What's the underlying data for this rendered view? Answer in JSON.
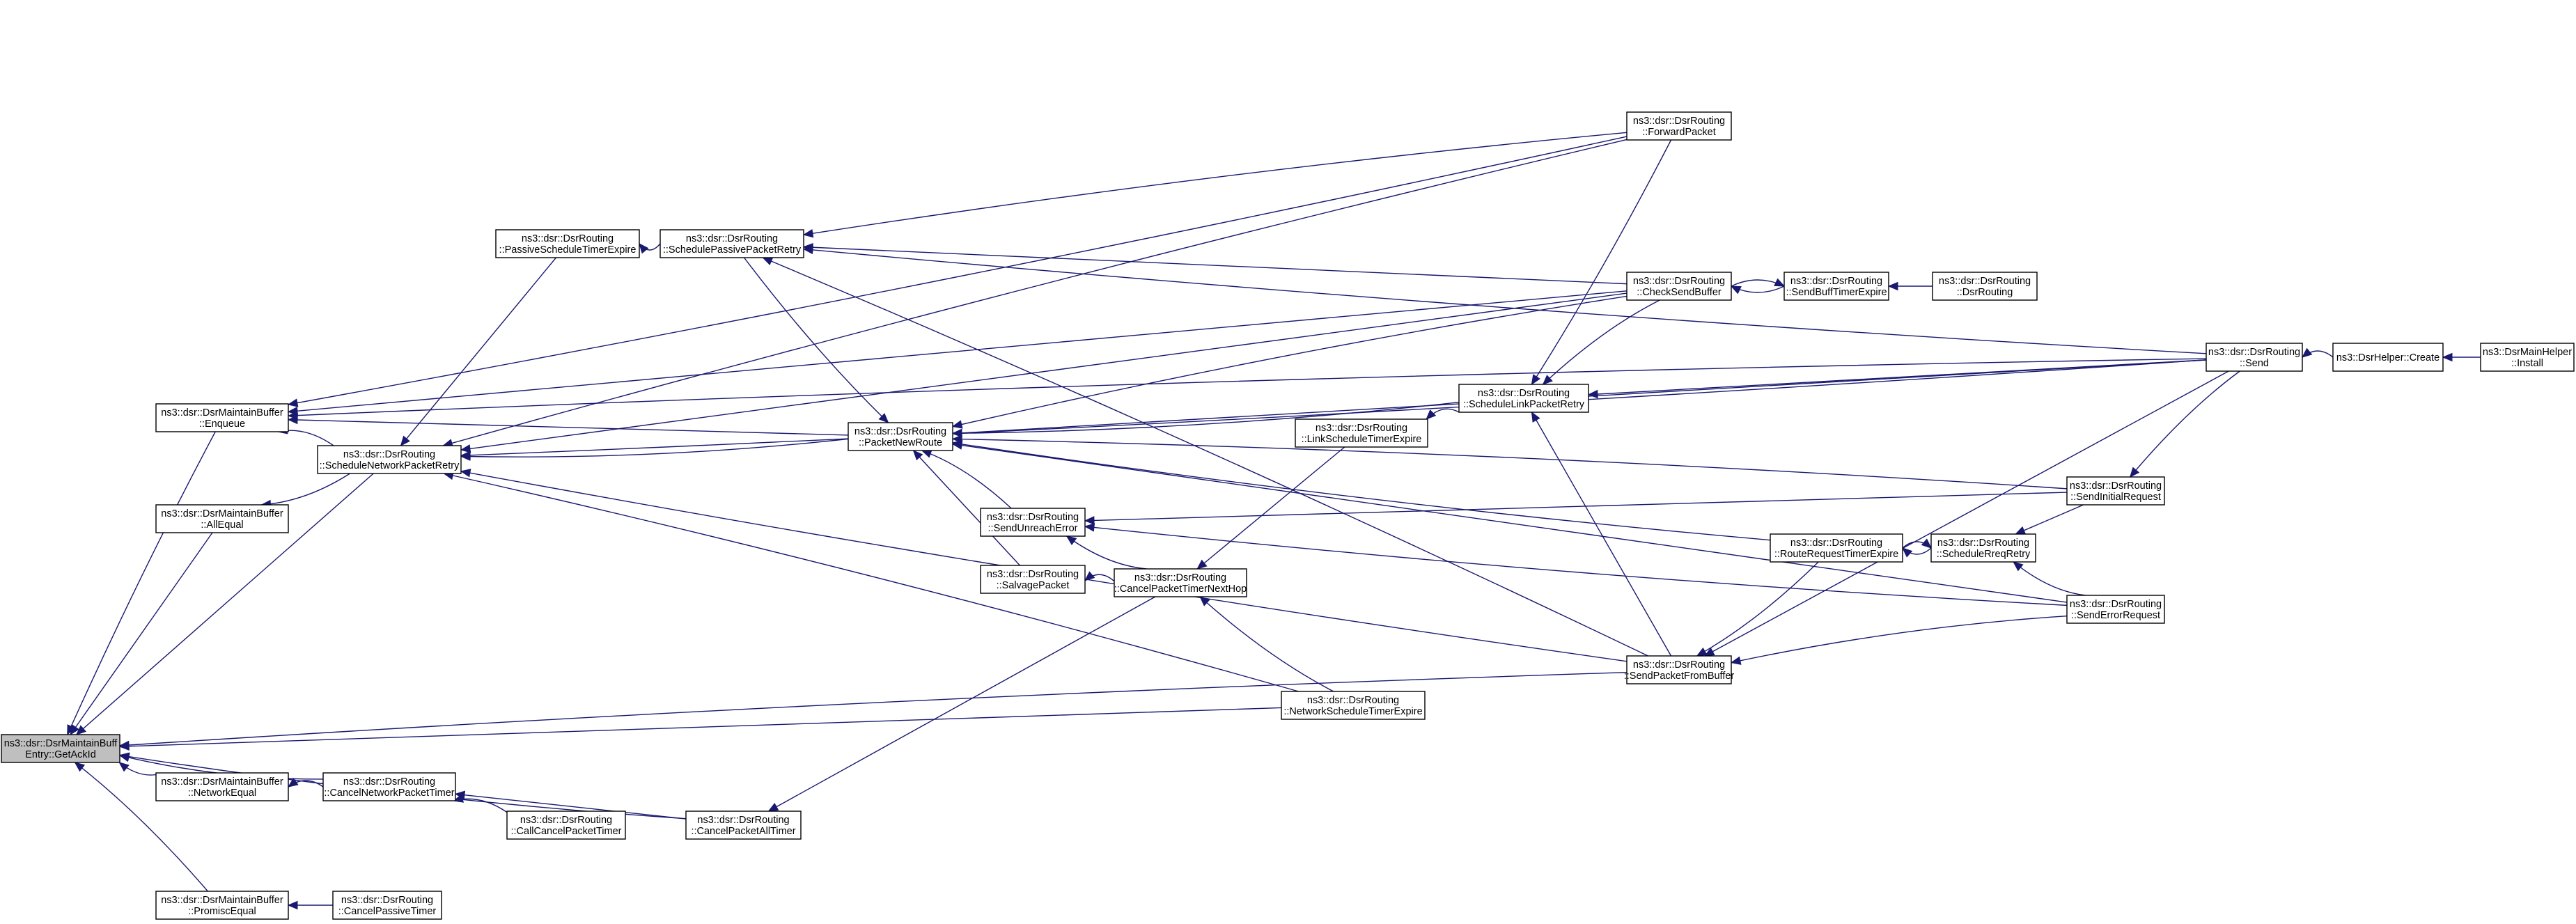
{
  "graph": {
    "nodes": [
      {
        "id": "getackid",
        "root": true,
        "lines": [
          "ns3::dsr::DsrMaintainBuff",
          "Entry::GetAckId"
        ]
      },
      {
        "id": "enqueue",
        "lines": [
          "ns3::dsr::DsrMaintainBuffer",
          "::Enqueue"
        ]
      },
      {
        "id": "allequal",
        "lines": [
          "ns3::dsr::DsrMaintainBuffer",
          "::AllEqual"
        ]
      },
      {
        "id": "networkequal",
        "lines": [
          "ns3::dsr::DsrMaintainBuffer",
          "::NetworkEqual"
        ]
      },
      {
        "id": "promiscequal",
        "lines": [
          "ns3::dsr::DsrMaintainBuffer",
          "::PromiscEqual"
        ]
      },
      {
        "id": "schednetretry",
        "lines": [
          "ns3::dsr::DsrRouting",
          "::ScheduleNetworkPacketRetry"
        ]
      },
      {
        "id": "cancelnettimer",
        "lines": [
          "ns3::dsr::DsrRouting",
          "::CancelNetworkPacketTimer"
        ]
      },
      {
        "id": "cancelpassive",
        "lines": [
          "ns3::dsr::DsrRouting",
          "::CancelPassiveTimer"
        ]
      },
      {
        "id": "passiveexpire",
        "lines": [
          "ns3::dsr::DsrRouting",
          "::PassiveScheduleTimerExpire"
        ]
      },
      {
        "id": "schedpassiveretry",
        "lines": [
          "ns3::dsr::DsrRouting",
          "::SchedulePassivePacketRetry"
        ]
      },
      {
        "id": "callcancel",
        "lines": [
          "ns3::dsr::DsrRouting",
          "::CallCancelPacketTimer"
        ]
      },
      {
        "id": "cancelall",
        "lines": [
          "ns3::dsr::DsrRouting",
          "::CancelPacketAllTimer"
        ]
      },
      {
        "id": "packetnewroute",
        "lines": [
          "ns3::dsr::DsrRouting",
          "::PacketNewRoute"
        ]
      },
      {
        "id": "sendunreach",
        "lines": [
          "ns3::dsr::DsrRouting",
          "::SendUnreachError"
        ]
      },
      {
        "id": "salvage",
        "lines": [
          "ns3::dsr::DsrRouting",
          "::SalvagePacket"
        ]
      },
      {
        "id": "cancelnexthop",
        "lines": [
          "ns3::dsr::DsrRouting",
          "::CancelPacketTimerNextHop"
        ]
      },
      {
        "id": "linkexpire",
        "lines": [
          "ns3::dsr::DsrRouting",
          "::LinkScheduleTimerExpire"
        ]
      },
      {
        "id": "netexpire",
        "lines": [
          "ns3::dsr::DsrRouting",
          "::NetworkScheduleTimerExpire"
        ]
      },
      {
        "id": "schedlinkretry",
        "lines": [
          "ns3::dsr::DsrRouting",
          "::ScheduleLinkPacketRetry"
        ]
      },
      {
        "id": "forward",
        "lines": [
          "ns3::dsr::DsrRouting",
          "::ForwardPacket"
        ]
      },
      {
        "id": "checksend",
        "lines": [
          "ns3::dsr::DsrRouting",
          "::CheckSendBuffer"
        ]
      },
      {
        "id": "sendfrombuffer",
        "lines": [
          "ns3::dsr::DsrRouting",
          "::SendPacketFromBuffer"
        ]
      },
      {
        "id": "routereqexpire",
        "lines": [
          "ns3::dsr::DsrRouting",
          "::RouteRequestTimerExpire"
        ]
      },
      {
        "id": "sendbufexpire",
        "lines": [
          "ns3::dsr::DsrRouting",
          "::SendBuffTimerExpire"
        ]
      },
      {
        "id": "dsrrouting",
        "lines": [
          "ns3::dsr::DsrRouting",
          "::DsrRouting"
        ]
      },
      {
        "id": "schedrreq",
        "lines": [
          "ns3::dsr::DsrRouting",
          "::ScheduleRreqRetry"
        ]
      },
      {
        "id": "sendinitial",
        "lines": [
          "ns3::dsr::DsrRouting",
          "::SendInitialRequest"
        ]
      },
      {
        "id": "senderrorreq",
        "lines": [
          "ns3::dsr::DsrRouting",
          "::SendErrorRequest"
        ]
      },
      {
        "id": "send",
        "lines": [
          "ns3::dsr::DsrRouting",
          "::Send"
        ]
      },
      {
        "id": "helpercreate",
        "lines": [
          "ns3::DsrHelper::Create"
        ]
      },
      {
        "id": "install",
        "lines": [
          "ns3::DsrMainHelper",
          "::Install"
        ]
      }
    ],
    "edges": [
      [
        "enqueue",
        "getackid"
      ],
      [
        "allequal",
        "getackid"
      ],
      [
        "networkequal",
        "getackid"
      ],
      [
        "promiscequal",
        "getackid"
      ],
      [
        "schednetretry",
        "getackid"
      ],
      [
        "cancelnettimer",
        "getackid"
      ],
      [
        "sendfrombuffer",
        "getackid"
      ],
      [
        "netexpire",
        "getackid"
      ],
      [
        "cancelall",
        "getackid"
      ],
      [
        "schednetretry",
        "enqueue"
      ],
      [
        "packetnewroute",
        "enqueue"
      ],
      [
        "forward",
        "enqueue"
      ],
      [
        "send",
        "enqueue"
      ],
      [
        "checksend",
        "enqueue"
      ],
      [
        "schednetretry",
        "allequal"
      ],
      [
        "cancelnettimer",
        "networkequal"
      ],
      [
        "cancelpassive",
        "promiscequal"
      ],
      [
        "packetnewroute",
        "schednetretry"
      ],
      [
        "netexpire",
        "schednetretry"
      ],
      [
        "passiveexpire",
        "schednetretry"
      ],
      [
        "send",
        "schednetretry"
      ],
      [
        "forward",
        "schednetretry"
      ],
      [
        "checksend",
        "schednetretry"
      ],
      [
        "sendfrombuffer",
        "schednetretry"
      ],
      [
        "callcancel",
        "cancelnettimer"
      ],
      [
        "cancelall",
        "cancelnettimer"
      ],
      [
        "schedpassiveretry",
        "passiveexpire"
      ],
      [
        "forward",
        "schedpassiveretry"
      ],
      [
        "checksend",
        "schedpassiveretry"
      ],
      [
        "send",
        "schedpassiveretry"
      ],
      [
        "sendfrombuffer",
        "schedpassiveretry"
      ],
      [
        "cancelnexthop",
        "cancelall"
      ],
      [
        "schedpassiveretry",
        "packetnewroute"
      ],
      [
        "sendunreach",
        "packetnewroute"
      ],
      [
        "salvage",
        "packetnewroute"
      ],
      [
        "schedlinkretry",
        "packetnewroute"
      ],
      [
        "checksend",
        "packetnewroute"
      ],
      [
        "send",
        "packetnewroute"
      ],
      [
        "routereqexpire",
        "packetnewroute"
      ],
      [
        "sendinitial",
        "packetnewroute"
      ],
      [
        "senderrorreq",
        "packetnewroute"
      ],
      [
        "cancelnexthop",
        "sendunreach"
      ],
      [
        "cancelnexthop",
        "salvage"
      ],
      [
        "linkexpire",
        "cancelnexthop"
      ],
      [
        "netexpire",
        "cancelnexthop"
      ],
      [
        "schedlinkretry",
        "linkexpire"
      ],
      [
        "send",
        "schedlinkretry"
      ],
      [
        "forward",
        "schedlinkretry"
      ],
      [
        "checksend",
        "schedlinkretry"
      ],
      [
        "sendfrombuffer",
        "schedlinkretry"
      ],
      [
        "sendbufexpire",
        "checksend"
      ],
      [
        "checksend",
        "sendbufexpire"
      ],
      [
        "dsrrouting",
        "sendbufexpire"
      ],
      [
        "routereqexpire",
        "sendfrombuffer"
      ],
      [
        "senderrorreq",
        "sendfrombuffer"
      ],
      [
        "send",
        "sendfrombuffer"
      ],
      [
        "schedrreq",
        "routereqexpire"
      ],
      [
        "routereqexpire",
        "schedrreq"
      ],
      [
        "sendinitial",
        "schedrreq"
      ],
      [
        "senderrorreq",
        "schedrreq"
      ],
      [
        "send",
        "sendinitial"
      ],
      [
        "sendinitial",
        "sendunreach"
      ],
      [
        "senderrorreq",
        "sendunreach"
      ],
      [
        "helpercreate",
        "send"
      ],
      [
        "install",
        "helpercreate"
      ]
    ]
  }
}
